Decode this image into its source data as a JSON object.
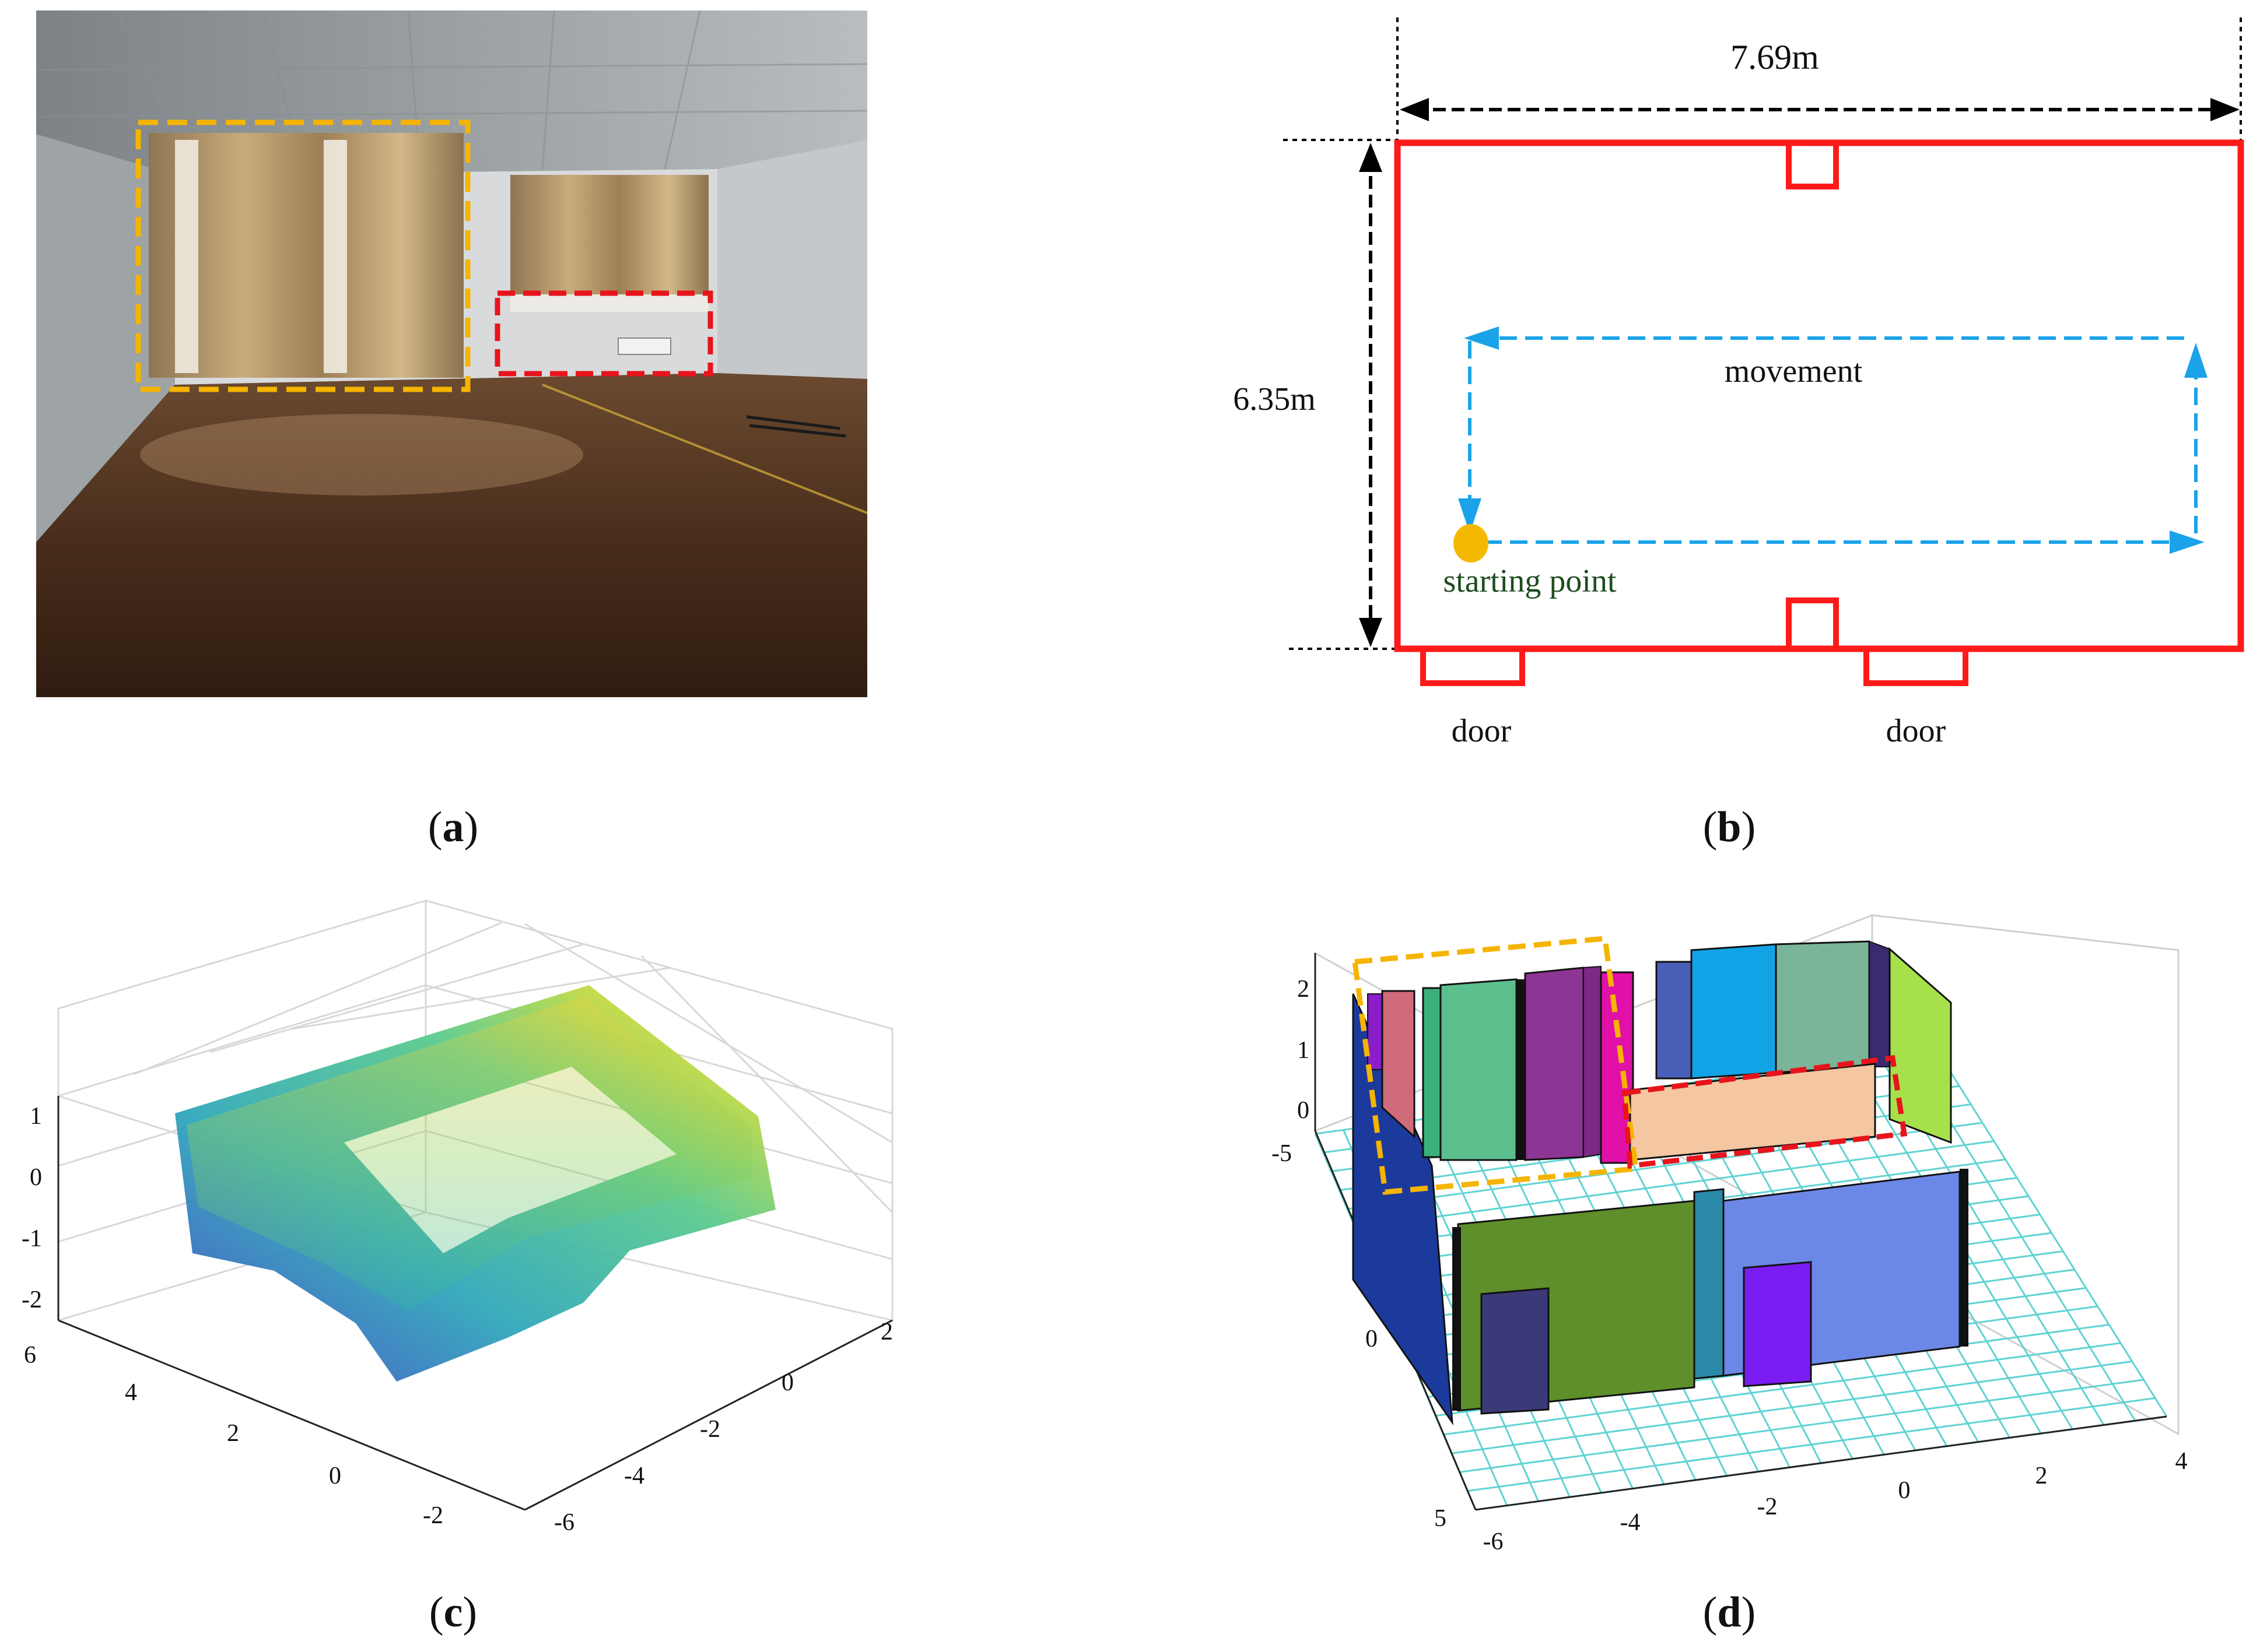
{
  "panels": {
    "a": {
      "caption_open": "(",
      "caption_letter": "a",
      "caption_close": ")"
    },
    "b": {
      "caption_open": "(",
      "caption_letter": "b",
      "caption_close": ")",
      "width_label": "7.69m",
      "height_label": "6.35m",
      "movement_label": "movement",
      "start_label": "starting point",
      "door_left_label": "door",
      "door_right_label": "door"
    },
    "c": {
      "caption_open": "(",
      "caption_letter": "c",
      "caption_close": ")",
      "z_ticks": [
        "1",
        "0",
        "-1",
        "-2"
      ],
      "left_axis_ticks": [
        "6",
        "4",
        "2",
        "0",
        "-2"
      ],
      "right_axis_ticks": [
        "2",
        "0",
        "-2",
        "-4",
        "-6"
      ]
    },
    "d": {
      "caption_open": "(",
      "caption_letter": "d",
      "caption_close": ")",
      "z_ticks": [
        "2",
        "1",
        "0"
      ],
      "left_axis_ticks": [
        "-5",
        "0",
        "5"
      ],
      "bottom_axis_ticks": [
        "-6",
        "-4",
        "-2",
        "0",
        "2",
        "4"
      ]
    }
  },
  "colors": {
    "room_outline": "#ff1a1a",
    "movement_path": "#1aa3e8",
    "start_point": "#f5b800",
    "start_label": "#1e4d1e",
    "highlight_yellow": "#f5b400",
    "highlight_red": "#e8141c",
    "grid_cyan": "#5fd3d3"
  }
}
